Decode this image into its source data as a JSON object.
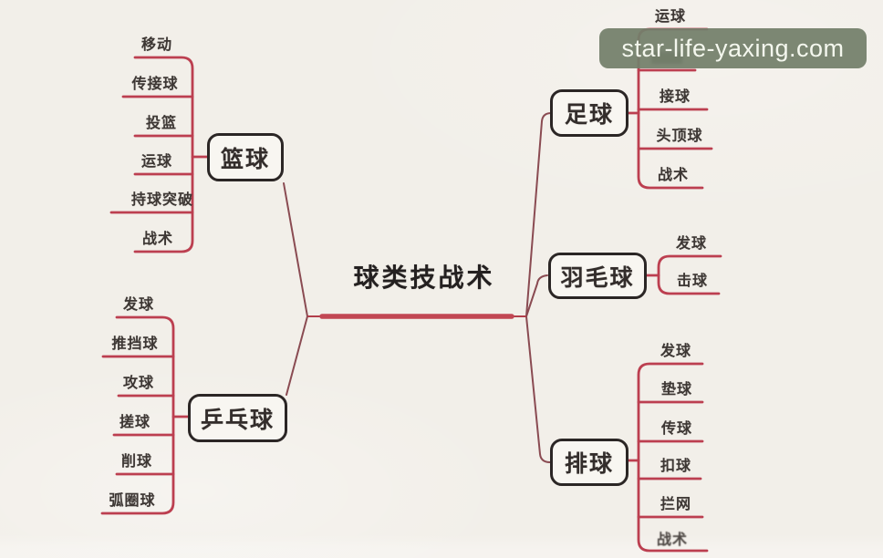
{
  "title": "球类技战术",
  "watermark": {
    "text": "star-life-yaxing.com",
    "bg_color": "#74806b",
    "text_color": "#f4f7ee"
  },
  "colors": {
    "background": "#f2efe9",
    "branch_line": "#bc3f50",
    "center_line": "#c24753",
    "junction_line": "#8a4b52",
    "node_border": "#2b2625",
    "node_fill": "#f8f6f1",
    "label_text": "#3d3734"
  },
  "branches": [
    {
      "id": "basketball",
      "label": "篮球",
      "children": [
        "移动",
        "传接球",
        "投篮",
        "运球",
        "持球突破",
        "战术"
      ]
    },
    {
      "id": "table-tennis",
      "label": "乒乓球",
      "children": [
        "发球",
        "推挡球",
        "攻球",
        "搓球",
        "削球",
        "弧圈球"
      ]
    },
    {
      "id": "football",
      "label": "足球",
      "children": [
        "运球",
        "",
        "接球",
        "头顶球",
        "战术"
      ]
    },
    {
      "id": "badminton",
      "label": "羽毛球",
      "children": [
        "发球",
        "击球"
      ]
    },
    {
      "id": "volleyball",
      "label": "排球",
      "children": [
        "发球",
        "垫球",
        "传球",
        "扣球",
        "拦网",
        "战术"
      ]
    }
  ]
}
